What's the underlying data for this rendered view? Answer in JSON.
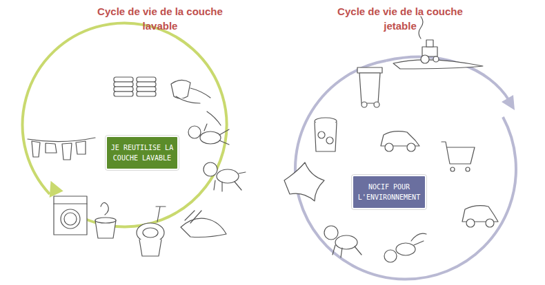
{
  "diagram": {
    "nodes": [
      {
        "text": [
          "JE REUTILISE LA COUCHE LAVABLE"
        ]
      },
      {
        "text": [
          "NOCIF POUR L'ENVIRONNEMENT"
        ]
      }
    ],
    "labels": [
      "Cycle de vie de la couche lavable",
      "Cycle de vie de la couche jetable"
    ]
  }
}
